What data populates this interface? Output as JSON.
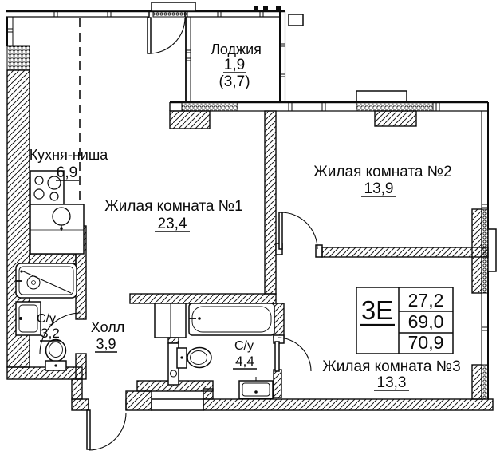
{
  "rooms": {
    "loggia": {
      "name": "Лоджия",
      "area": "1,9",
      "area_secondary": "(3,7)"
    },
    "kitchen": {
      "name": "Кухня-ниша",
      "area": "6,9"
    },
    "room1": {
      "name": "Жилая комната №1",
      "area": "23,4"
    },
    "room2": {
      "name": "Жилая комната №2",
      "area": "13,9"
    },
    "room3": {
      "name": "Жилая комната №3",
      "area": "13,3"
    },
    "bath1": {
      "name": "С/у",
      "area": "3,2"
    },
    "hall": {
      "name": "Холл",
      "area": "3,9"
    },
    "bath2": {
      "name": "С/у",
      "area": "4,4"
    }
  },
  "info_table": {
    "apartment_type": "3Е",
    "values": [
      "27,2",
      "69,0",
      "70,9"
    ]
  }
}
